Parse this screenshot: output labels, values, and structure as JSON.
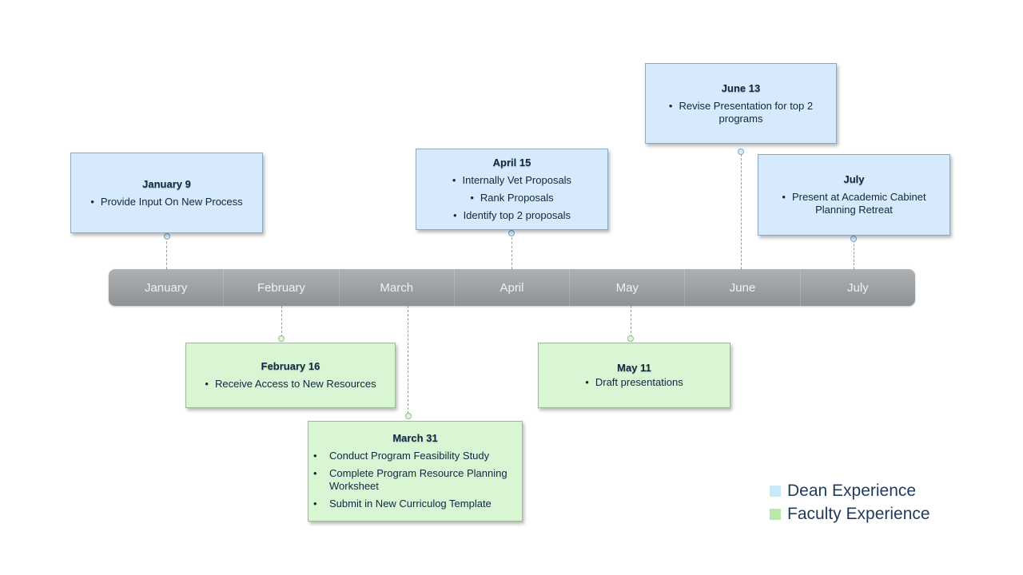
{
  "months": [
    "January",
    "February",
    "March",
    "April",
    "May",
    "June",
    "July"
  ],
  "events": {
    "jan9": {
      "date": "January 9",
      "items": [
        "Provide Input On New Process"
      ]
    },
    "apr15": {
      "date": "April 15",
      "items": [
        "Internally Vet Proposals",
        "Rank Proposals",
        "Identify top 2 proposals"
      ]
    },
    "jun13": {
      "date": "June 13",
      "items": [
        "Revise Presentation for top 2 programs"
      ]
    },
    "july": {
      "date": "July",
      "items": [
        "Present at Academic Cabinet Planning Retreat"
      ]
    },
    "feb16": {
      "date": "February 16",
      "items": [
        "Receive Access to New Resources"
      ]
    },
    "may11": {
      "date": "May 11",
      "items": [
        "Draft presentations"
      ]
    },
    "mar31": {
      "date": "March 31",
      "items": [
        "Conduct Program Feasibility Study",
        "Complete Program Resource Planning Worksheet",
        "Submit in New Curriculog Template"
      ]
    }
  },
  "legend": [
    {
      "label": "Dean Experience",
      "color": "#c7eafb"
    },
    {
      "label": "Faculty Experience",
      "color": "#b9eaa9"
    }
  ],
  "bullet": "•"
}
